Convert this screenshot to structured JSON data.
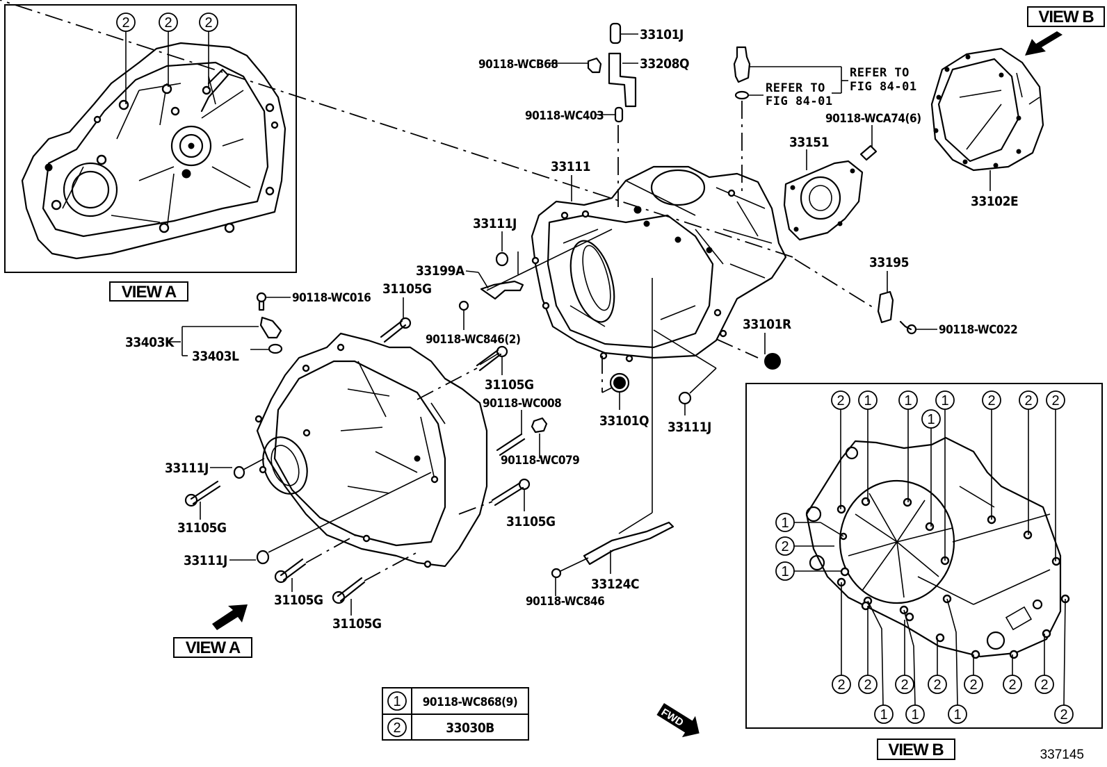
{
  "diagram": {
    "figure_id": "337145",
    "view_a_label": "VIEW A",
    "view_b_label": "VIEW B",
    "fwd_label": "FWD",
    "legend": [
      {
        "marker": "1",
        "part": "90118-WC868(9)"
      },
      {
        "marker": "2",
        "part": "33030B"
      }
    ],
    "parts": {
      "p33101J_top": "33101J",
      "p33208Q": "33208Q",
      "p90118_WCB68": "90118-WCB68",
      "p90118_WC403": "90118-WC403",
      "refer_1_line1": "REFER TO",
      "refer_1_line2": "FIG 84-01",
      "refer_2_line1": "REFER TO",
      "refer_2_line2": "FIG 84-01",
      "p90118_WCA74": "90118-WCA74(6)",
      "p33151": "33151",
      "p33111": "33111",
      "p33111J_a": "33111J",
      "p33199A": "33199A",
      "p90118_WC846_2": "90118-WC846(2)",
      "p31105G_a": "31105G",
      "p31105G_b": "31105G",
      "p90118_WC016": "90118-WC016",
      "p33403K": "33403K",
      "p33403L": "33403L",
      "p90118_WC008": "90118-WC008",
      "p90118_WC079": "90118-WC079",
      "p33111J_b": "33111J",
      "p31105G_c": "31105G",
      "p31105G_d": "31105G",
      "p33111J_c": "33111J",
      "p31105G_e": "31105G",
      "p31105G_f": "31105G",
      "p33101Q": "33101Q",
      "p33111J_d": "33111J",
      "p33101R": "33101R",
      "p33195": "33195",
      "p90118_WC022": "90118-WC022",
      "p33124C": "33124C",
      "p90118_WC846": "90118-WC846",
      "p33102E": "33102E"
    },
    "view_a_callouts": [
      "2",
      "2",
      "2"
    ],
    "view_b_callouts": {
      "top": [
        "2",
        "1",
        "1",
        "1",
        "1",
        "2",
        "2",
        "2"
      ],
      "left": [
        "1",
        "2",
        "1"
      ],
      "bottom_row": [
        "2",
        "2",
        "2",
        "2",
        "2",
        "2",
        "2"
      ],
      "bottom_low": [
        "1",
        "1",
        "1",
        "2"
      ]
    }
  }
}
